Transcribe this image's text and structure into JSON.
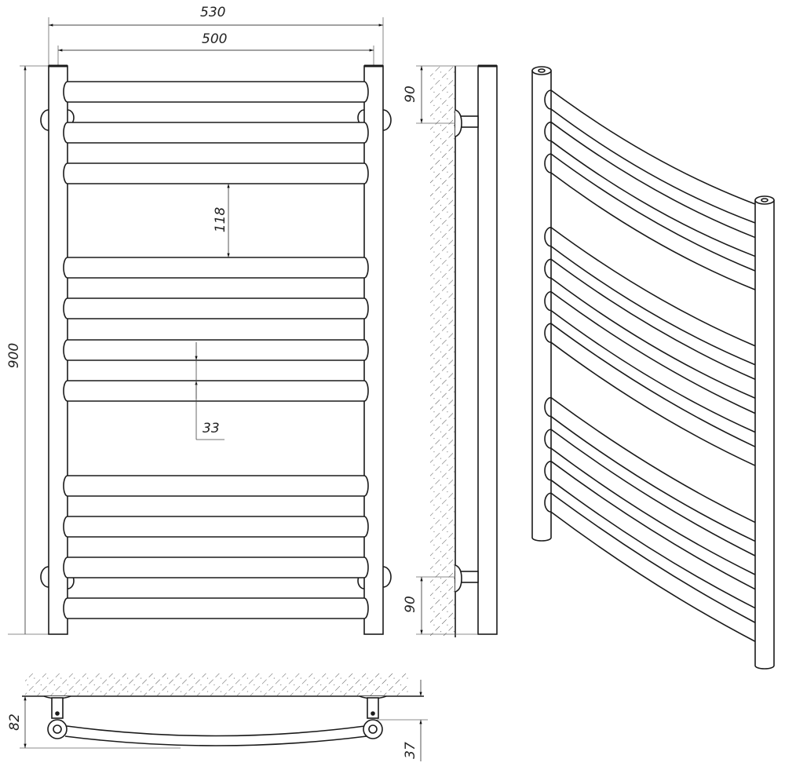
{
  "drawing": {
    "subject": "Curved heated towel rail technical drawing",
    "views": [
      "front-view",
      "side-view",
      "isometric-view",
      "top-view"
    ],
    "stroke_color": "#1a1a1a",
    "dimension_line_color": "#555555",
    "hatch_color": "#444444"
  },
  "dimensions": {
    "overall_width": "530",
    "center_distance": "500",
    "overall_height": "900",
    "bar_group_gap": "118",
    "bar_spacing": "33",
    "top_bracket_offset": "90",
    "bottom_bracket_offset": "90",
    "wall_depth": "82",
    "bracket_depth": "37"
  },
  "front_view": {
    "bar_count": 11,
    "bar_groups": [
      3,
      4,
      4
    ],
    "bar_centers_y": [
      117,
      169,
      221,
      341,
      393,
      446,
      498,
      619,
      671,
      723,
      775
    ]
  }
}
